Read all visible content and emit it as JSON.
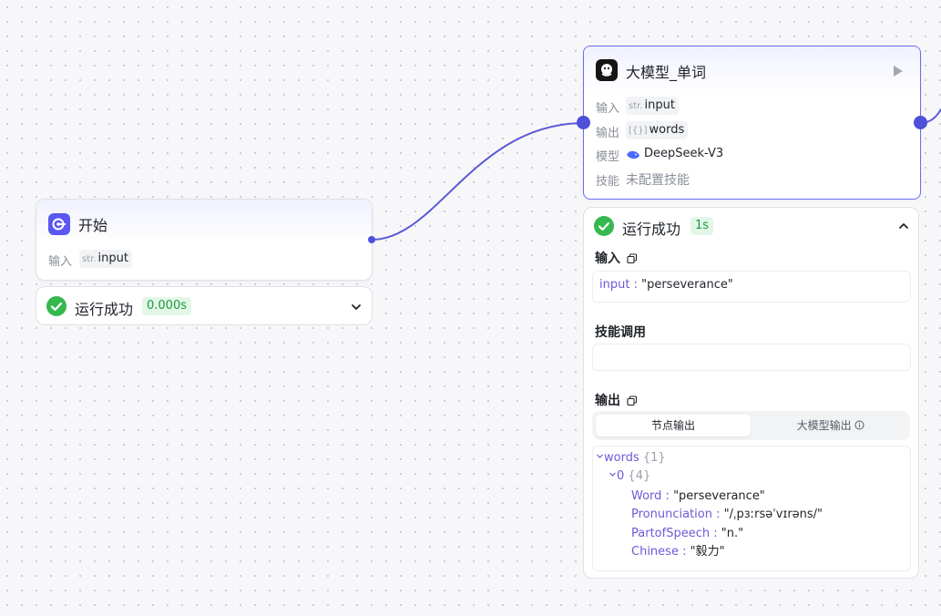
{
  "start_node": {
    "title": "开始",
    "input_label": "输入",
    "input_type": "str.",
    "input_name": "input",
    "icon": "start-flow-icon"
  },
  "start_status": {
    "text": "运行成功",
    "time": "0.000s",
    "icon": "check-circle-icon"
  },
  "llm_node": {
    "title": "大模型_单词",
    "rows": {
      "input_label": "输入",
      "input_type": "str.",
      "input_name": "input",
      "output_label": "输出",
      "output_type": "[{}]",
      "output_name": "words",
      "model_label": "模型",
      "model_name": "DeepSeek-V3",
      "skill_label": "技能",
      "skill_value": "未配置技能"
    },
    "icon": "llm-bot-icon"
  },
  "llm_status": {
    "text": "运行成功",
    "time": "1s",
    "input_title": "输入",
    "input_key": "input",
    "input_value": "\"perseverance\"",
    "skill_title": "技能调用",
    "output_title": "输出",
    "tabs": {
      "node_output": "节点输出",
      "llm_output": "大模型输出"
    },
    "tree": {
      "root_key": "words",
      "root_count": "{1}",
      "item_key": "0",
      "item_count": "{4}",
      "fields": [
        {
          "key": "Word",
          "value": "\"perseverance\""
        },
        {
          "key": "Pronunciation",
          "value": "\"/ˌpɜːrsəˈvɪrəns/\""
        },
        {
          "key": "PartofSpeech",
          "value": "\"n.\""
        },
        {
          "key": "Chinese",
          "value": "\"毅力\""
        }
      ]
    }
  },
  "colors": {
    "accent": "#4d50d8",
    "success": "#35b84f",
    "json_key": "#6a5bd8"
  }
}
